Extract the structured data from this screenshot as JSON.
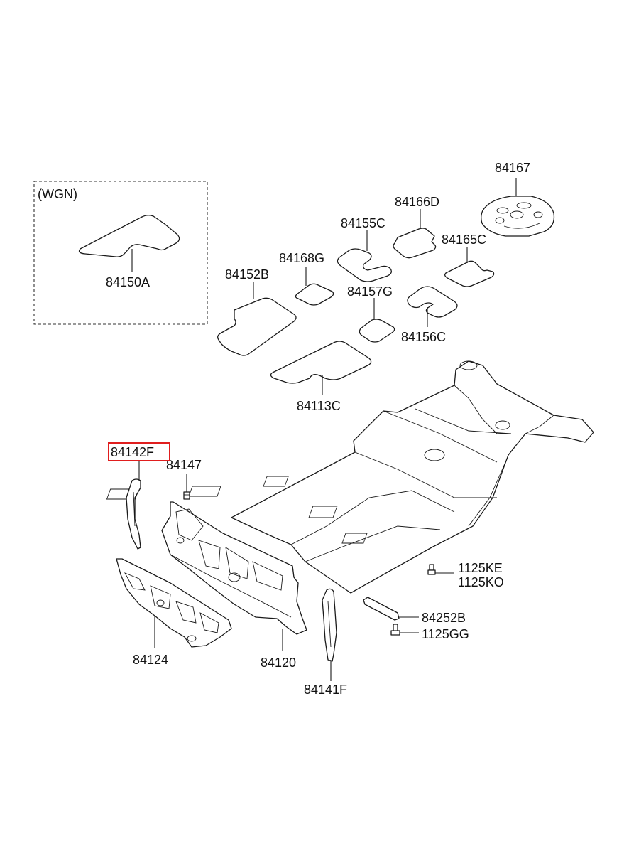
{
  "variant_box": {
    "label": "(WGN)"
  },
  "parts": {
    "p84167": "84167",
    "p84166D": "84166D",
    "p84155C": "84155C",
    "p84165C": "84165C",
    "p84168G": "84168G",
    "p84152B": "84152B",
    "p84157G": "84157G",
    "p84156C": "84156C",
    "p84113C": "84113C",
    "p84150A": "84150A",
    "p84142F": "84142F",
    "p84147": "84147",
    "p1125KE": "1125KE",
    "p1125KO": "1125KO",
    "p84252B": "84252B",
    "p1125GG": "1125GG",
    "p84124": "84124",
    "p84120": "84120",
    "p84141F": "84141F"
  },
  "highlight": {
    "part": "84142F",
    "color": "#e01e1e"
  }
}
